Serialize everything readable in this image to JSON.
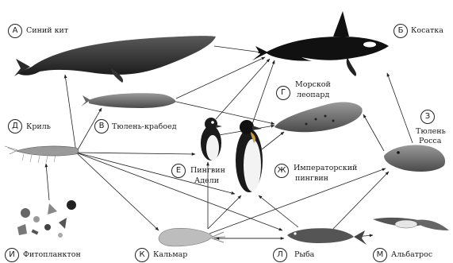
{
  "organisms": {
    "a": {
      "letter": "А",
      "name": "Синий кит",
      "icon": "blue-whale-icon"
    },
    "b": {
      "letter": "Б",
      "name": "Косатка",
      "icon": "orca-icon"
    },
    "v": {
      "letter": "В",
      "name": "Тюлень-крабоед",
      "icon": "crabeater-seal-icon"
    },
    "g": {
      "letter": "Г",
      "name_line1": "Морской",
      "name_line2": "леопард",
      "icon": "leopard-seal-icon"
    },
    "d": {
      "letter": "Д",
      "name": "Криль",
      "icon": "krill-icon"
    },
    "e": {
      "letter": "Е",
      "name_line1": "Пингвин",
      "name_line2": "Адели",
      "icon": "adelie-penguin-icon"
    },
    "zh": {
      "letter": "Ж",
      "name_line1": "Императорский",
      "name_line2": "пингвин",
      "icon": "emperor-penguin-icon"
    },
    "z": {
      "letter": "З",
      "name_line1": "Тюлень",
      "name_line2": "Росса",
      "icon": "ross-seal-icon"
    },
    "i": {
      "letter": "И",
      "name": "Фитопланктон",
      "icon": "phytoplankton-icon"
    },
    "k": {
      "letter": "К",
      "name": "Кальмар",
      "icon": "squid-icon"
    },
    "l": {
      "letter": "Л",
      "name": "Рыба",
      "icon": "fish-icon"
    },
    "m": {
      "letter": "М",
      "name": "Альбатрос",
      "icon": "albatross-icon"
    }
  },
  "links": [
    [
      "d",
      "a"
    ],
    [
      "d",
      "v"
    ],
    [
      "d",
      "e"
    ],
    [
      "d",
      "zh"
    ],
    [
      "d",
      "k"
    ],
    [
      "d",
      "l"
    ],
    [
      "i",
      "d"
    ],
    [
      "a",
      "b"
    ],
    [
      "v",
      "b"
    ],
    [
      "v",
      "g"
    ],
    [
      "e",
      "b"
    ],
    [
      "e",
      "g"
    ],
    [
      "zh",
      "b"
    ],
    [
      "zh",
      "g"
    ],
    [
      "k",
      "e"
    ],
    [
      "k",
      "zh"
    ],
    [
      "k",
      "z"
    ],
    [
      "k",
      "l"
    ],
    [
      "l",
      "k"
    ],
    [
      "l",
      "zh"
    ],
    [
      "l",
      "z"
    ],
    [
      "l",
      "m"
    ],
    [
      "z",
      "b"
    ],
    [
      "z",
      "g"
    ]
  ]
}
